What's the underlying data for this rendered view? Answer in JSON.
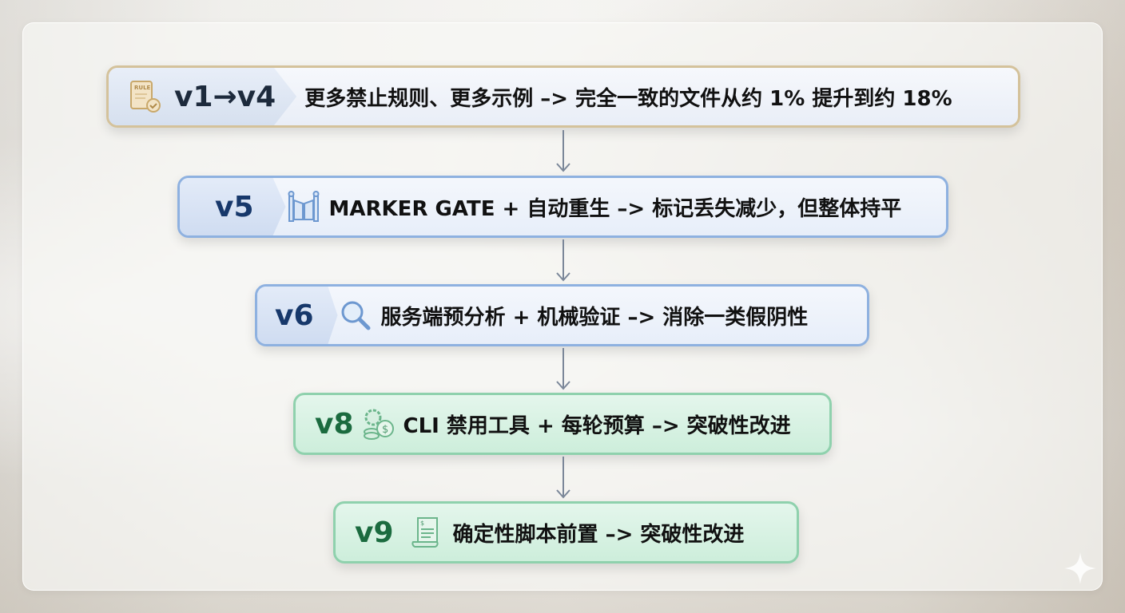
{
  "steps": [
    {
      "version": "v1→v4",
      "icon": "rule-book-check-icon",
      "text": "更多禁止规则、更多示例 –> 完全一致的文件从约 1% 提升到约 18%"
    },
    {
      "version": "v5",
      "icon": "gate-icon",
      "text": "MARKER GATE + 自动重生 –> 标记丢失减少，但整体持平"
    },
    {
      "version": "v6",
      "icon": "magnifier-icon",
      "text": "服务端预分析 + 机械验证 –> 消除一类假阴性"
    },
    {
      "version": "v8",
      "icon": "gear-coins-icon",
      "text": "CLI 禁用工具 + 每轮预算 –> 突破性改进"
    },
    {
      "version": "v9",
      "icon": "script-scroll-icon",
      "text": "确定性脚本前置 –> 突破性改进"
    }
  ],
  "colors": {
    "gold": "#d4c29b",
    "blue": "#8eb1e0",
    "green": "#8fd1ad"
  }
}
